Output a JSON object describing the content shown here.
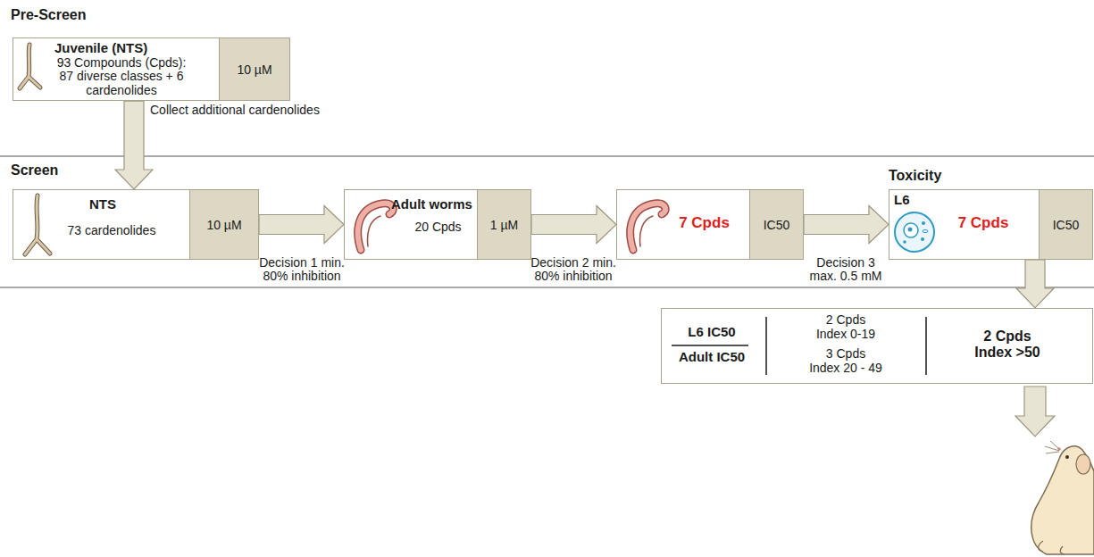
{
  "diagram": {
    "nodes": [
      {
        "text": [
          "Juvenile (NTS)",
          "93 Compounds (Cpds): 87 diverse classes + 6 cardenolides"
        ]
      },
      {
        "text": [
          "10 µM"
        ],
        "in": 0
      },
      {
        "text": [
          "NTS",
          "73 cardenolides"
        ]
      },
      {
        "text": [
          "10 µM"
        ],
        "in": 2
      },
      {
        "text": [
          "Adult worms",
          "20 Cpds"
        ]
      },
      {
        "text": [
          "1 µM"
        ],
        "in": 4
      },
      {
        "text": [
          "7 Cpds"
        ]
      },
      {
        "text": [
          "IC50"
        ],
        "in": 6
      },
      {
        "text": [
          "L6",
          "7 Cpds"
        ]
      },
      {
        "text": [
          "IC50"
        ],
        "in": 8
      },
      {
        "text": [
          "L6 IC50",
          "Adult IC50",
          "2 Cpds Index 0-19",
          "3 Cpds Index 20 - 49",
          "2 Cpds Index >50"
        ]
      }
    ],
    "edges": [
      {
        "from": 0,
        "to": 2,
        "arrow": "to",
        "label": "Collect additional cardenolides"
      },
      {
        "from": 2,
        "to": 4,
        "arrow": "to",
        "label": "Decision 1 min. 80% inhibition"
      },
      {
        "from": 4,
        "to": 6,
        "arrow": "to",
        "label": "Decision 2 min. 80% inhibition"
      },
      {
        "from": 6,
        "to": 8,
        "arrow": "to",
        "label": "Decision 3 max. 0.5 mM"
      },
      {
        "from": 8,
        "to": 10,
        "arrow": "to"
      }
    ],
    "labels": [
      "Pre-Screen",
      "Screen",
      "Toxicity"
    ]
  }
}
